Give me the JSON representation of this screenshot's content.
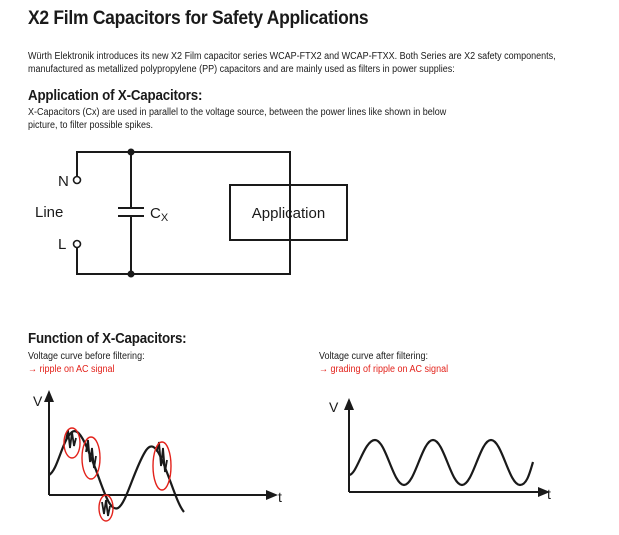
{
  "title": "X2 Film Capacitors for Safety Applications",
  "intro": {
    "line1": "Würth Elektronik introduces its new X2 Film capacitor series WCAP-FTX2 and WCAP-FTXX. Both Series are X2 safety components,",
    "line2": "manufactured as metallized polypropylene (PP) capacitors and are mainly used as filters in power supplies:"
  },
  "application_section": {
    "heading": "Application of X-Capacitors:",
    "line1": "X-Capacitors (Cx) are used in parallel to the voltage source, between the power lines like shown in below",
    "line2": "picture, to filter possible spikes."
  },
  "circuit": {
    "n_label": "N",
    "line_label": "Line",
    "l_label": "L",
    "cap_label": "C",
    "cap_sub": "X",
    "box_label": "Application"
  },
  "function_section": {
    "heading": "Function of X-Capacitors:",
    "before": {
      "caption": "Voltage curve before filtering:",
      "note": "→ ripple on AC signal",
      "v_label": "V",
      "t_label": "t"
    },
    "after": {
      "caption": "Voltage curve after filtering:",
      "note": "→ grading of ripple on AC signal",
      "v_label": "V",
      "t_label": "t"
    }
  },
  "colors": {
    "accent_red": "#e3221b",
    "ink": "#1a1a1a"
  }
}
